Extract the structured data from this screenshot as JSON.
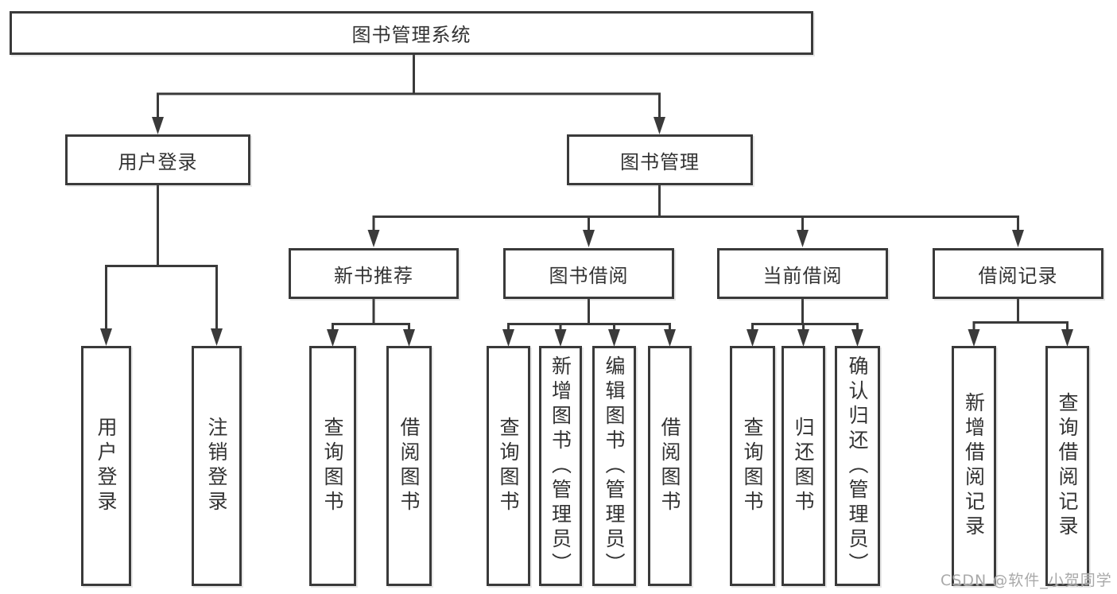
{
  "tree": {
    "label": "图书管理系统",
    "children": [
      {
        "label": "用户登录",
        "children": [
          {
            "label": "用户登录"
          },
          {
            "label": "注销登录"
          }
        ]
      },
      {
        "label": "图书管理",
        "children": [
          {
            "label": "新书推荐",
            "children": [
              {
                "label": "查询图书"
              },
              {
                "label": "借阅图书"
              }
            ]
          },
          {
            "label": "图书借阅",
            "children": [
              {
                "label": "查询图书"
              },
              {
                "label": "新增图书（管理员）"
              },
              {
                "label": "编辑图书（管理员）"
              },
              {
                "label": "借阅图书"
              }
            ]
          },
          {
            "label": "当前借阅",
            "children": [
              {
                "label": "查询图书"
              },
              {
                "label": "归还图书"
              },
              {
                "label": "确认归还（管理员）"
              }
            ]
          },
          {
            "label": "借阅记录",
            "children": [
              {
                "label": "新增借阅记录"
              },
              {
                "label": "查询借阅记录"
              }
            ]
          }
        ]
      }
    ]
  },
  "watermark": {
    "text": "CSDN @软件_小贺同学"
  },
  "colors": {
    "line": "#3a3a3a",
    "box_border": "#3a3a3a",
    "text": "#333333",
    "watermark": "#a9a9a9",
    "background": "#ffffff"
  }
}
